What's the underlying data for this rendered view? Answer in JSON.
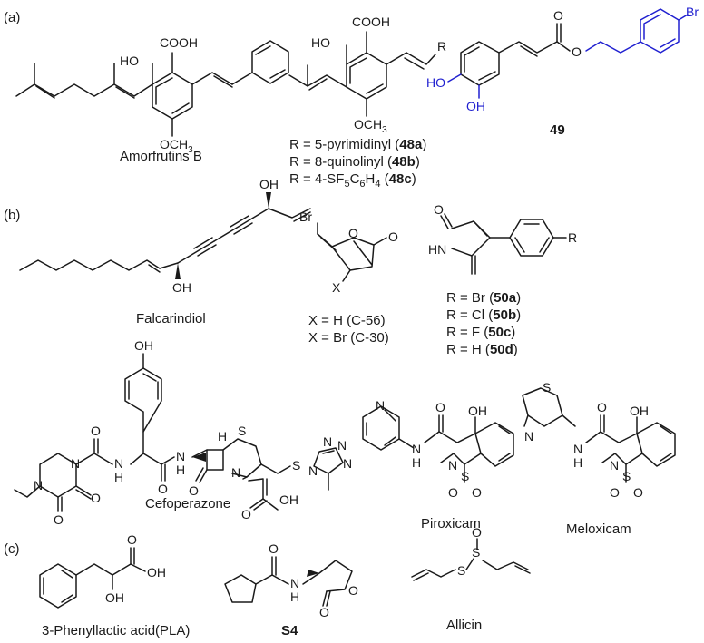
{
  "panels": {
    "a": "(a)",
    "b": "(b)",
    "c": "(c)"
  },
  "compounds": {
    "amorfrutins": "Amorfrutins B",
    "r_48a": "R = 5-pyrimidinyl (",
    "r_48a_id": "48a",
    "r_48b": "R = 8-quinolinyl (",
    "r_48b_id": "48b",
    "r_48c": "R = 4-SF",
    "r_48c_s1": "5",
    "r_48c_m": "C",
    "r_48c_s2": "6",
    "r_48c_h": "H",
    "r_48c_s3": "4",
    "r_48c_id": "48c",
    "close": ")",
    "c49": "49",
    "falcarindiol": "Falcarindiol",
    "x_c56": "X = H (C-56)",
    "x_c30": "X = Br (C-30)",
    "r_50a": "R = Br (",
    "r_50a_id": "50a",
    "r_50b": "R = Cl (",
    "r_50b_id": "50b",
    "r_50c": "R = F (",
    "r_50c_id": "50c",
    "r_50d": "R = H (",
    "r_50d_id": "50d",
    "cefoperazone": "Cefoperazone",
    "piroxicam": "Piroxicam",
    "meloxicam": "Meloxicam",
    "pla": "3-Phenyllactic acid(PLA)",
    "s4": "S4",
    "allicin": "Allicin"
  },
  "atoms": {
    "cooh": "COOH",
    "ho": "HO",
    "oh": "OH",
    "och3": "OCH",
    "och3_sub": "3",
    "r": "R",
    "o": "O",
    "br": "Br",
    "x": "X",
    "hn": "HN",
    "nh": "NH",
    "n": "N",
    "h": "H",
    "s": "S",
    "cl": "Cl",
    "f": "F"
  },
  "colors": {
    "highlight": "#2020d0",
    "ink": "#1a1a1a"
  }
}
